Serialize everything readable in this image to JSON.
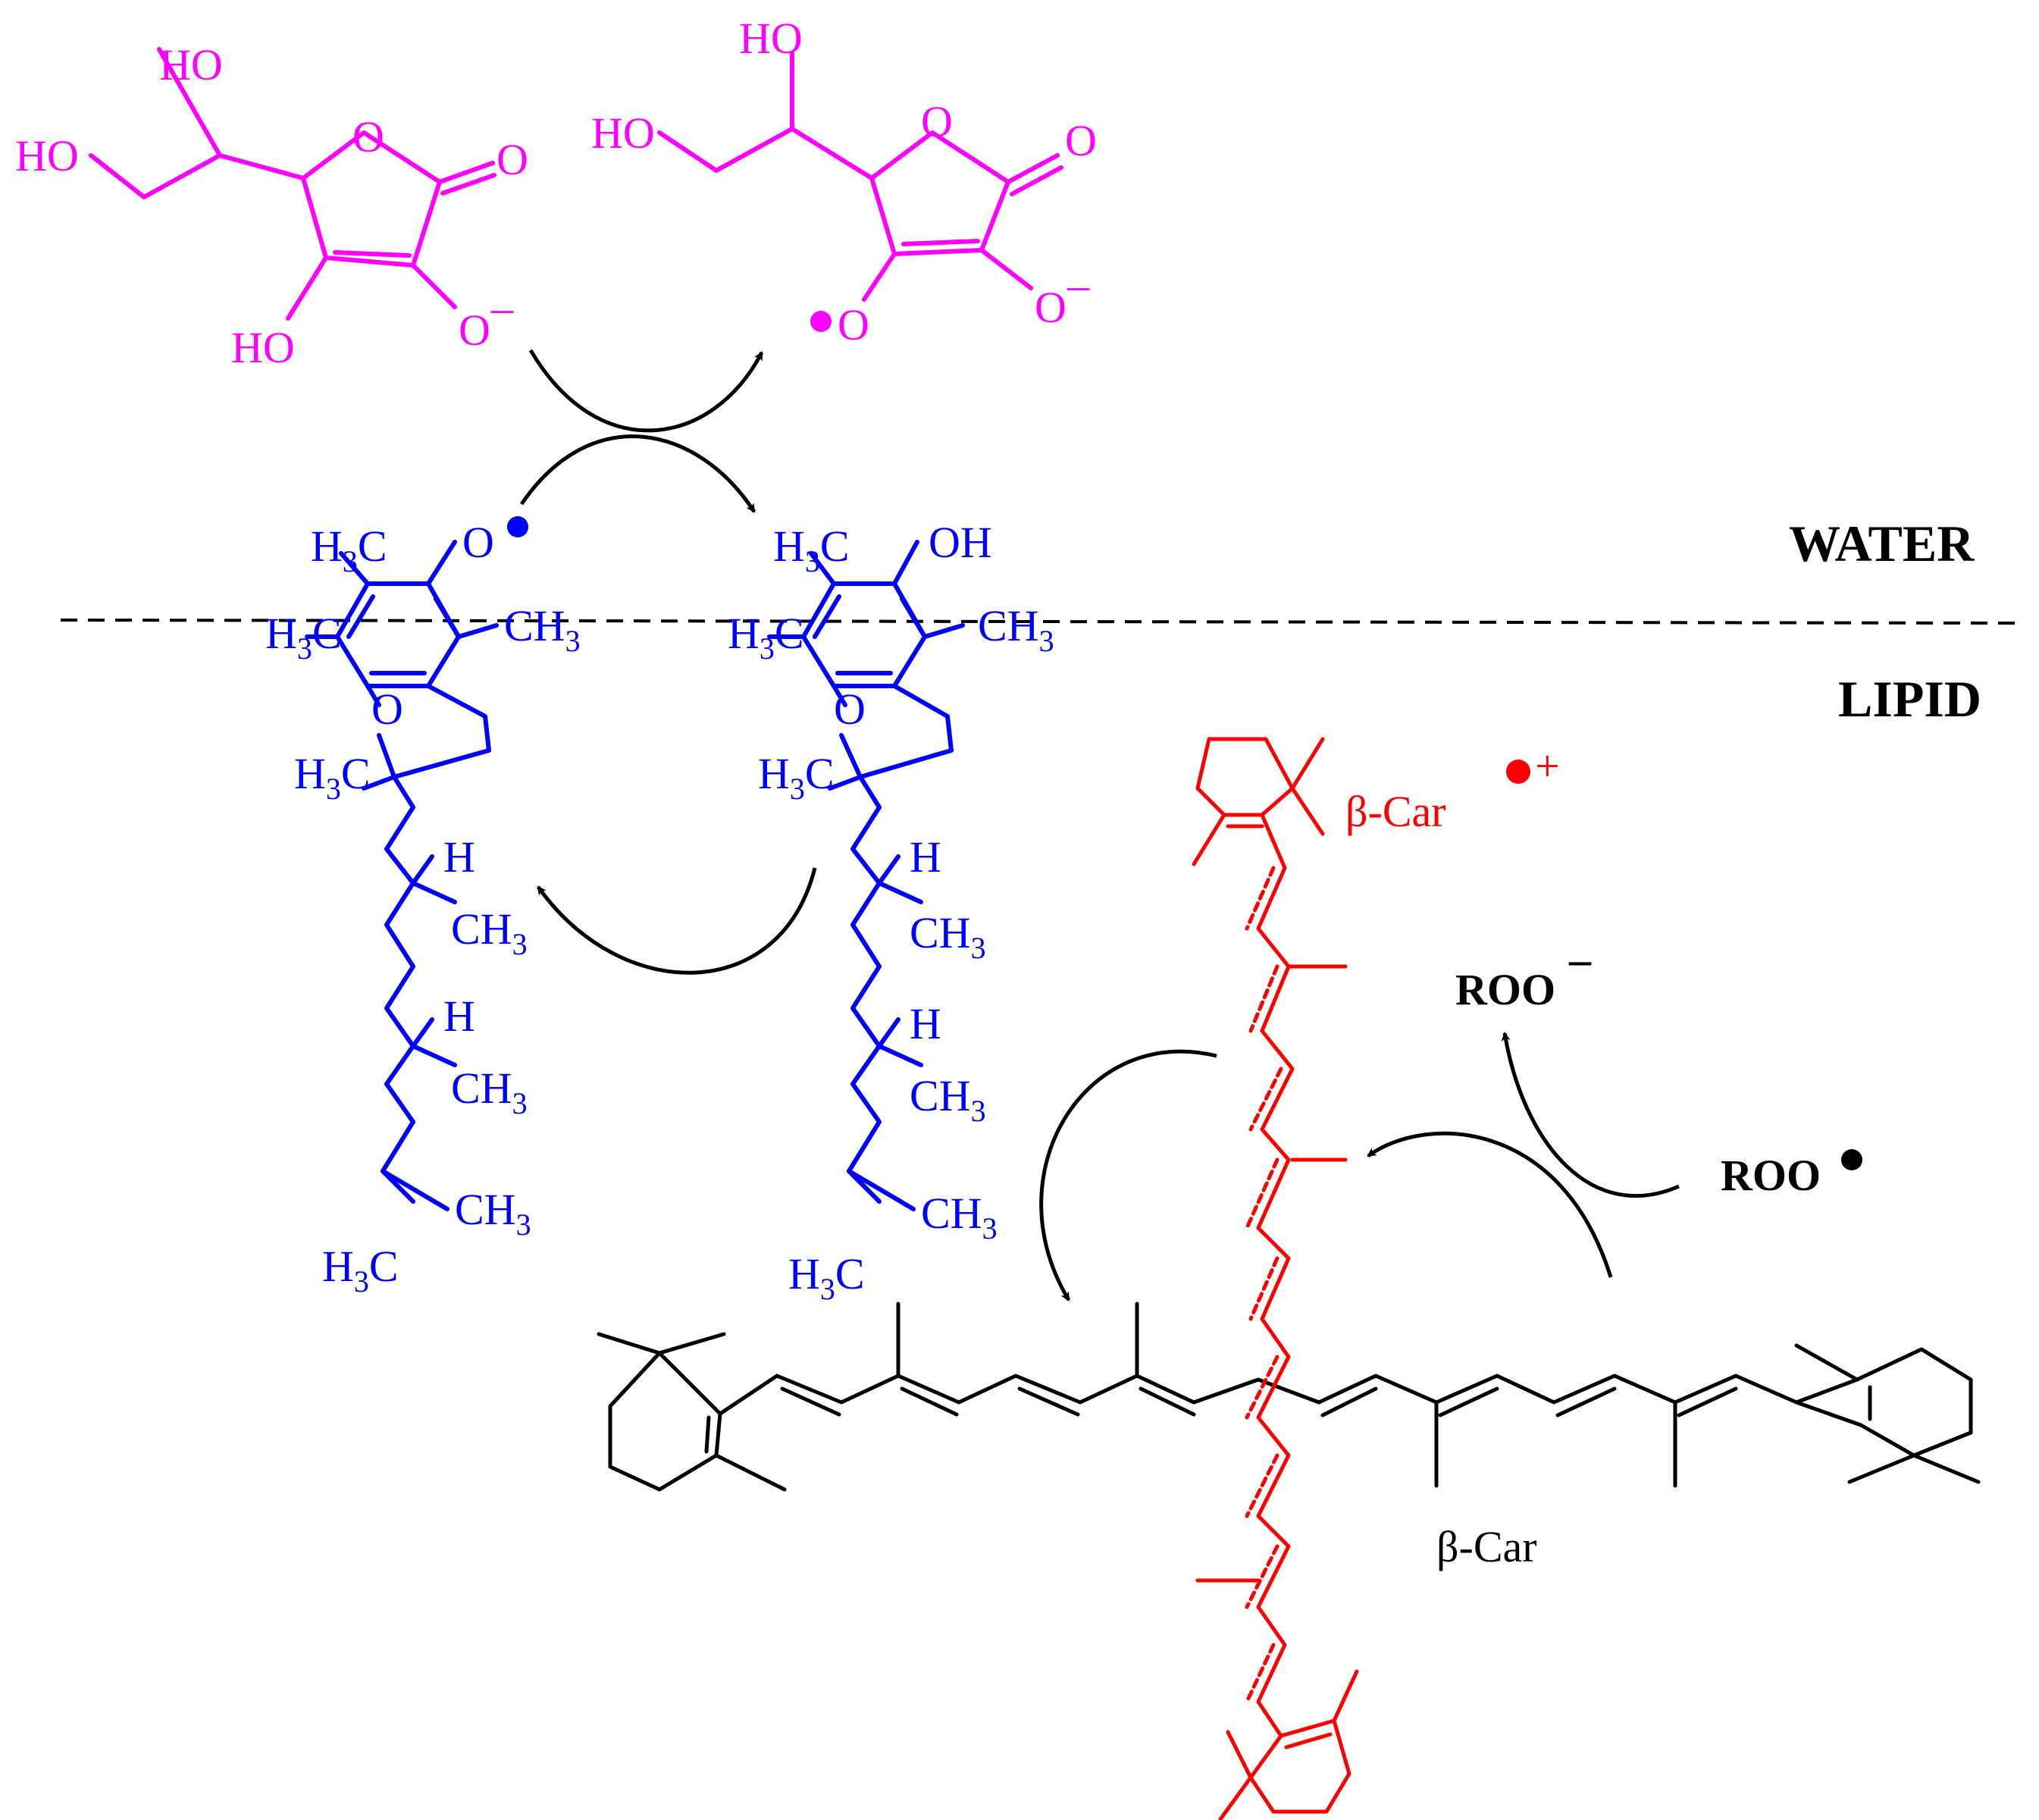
{
  "regions": {
    "water": "WATER",
    "lipid": "LIPID"
  },
  "ascorbate": {
    "ho_top": "HO",
    "ho_left": "HO",
    "o_ring": "O",
    "o_carbonyl": "O",
    "ho_bottom": "HO",
    "o_anion": "O"
  },
  "ascorbyl_radical": {
    "ho_top": "HO",
    "ho_left": "HO",
    "o_ring": "O",
    "o_carbonyl": "O",
    "o_radical": "O",
    "o_anion": "O"
  },
  "tocopheroxyl": {
    "o_radical": "O",
    "o_ring": "O",
    "h1": "H",
    "h2": "H"
  },
  "tocopherol": {
    "oh": "OH",
    "o_ring": "O",
    "h1": "H",
    "h2": "H"
  },
  "carotene_radical": {
    "label": "β-Car",
    "charge": "+"
  },
  "carotene": {
    "label": "β-Car"
  },
  "peroxyl": {
    "anion": "ROO",
    "radical": "ROO"
  },
  "colors": {
    "ascorbate": "#ff00ff",
    "tocopherol": "#0000ff",
    "carotene_radical": "#ff0000",
    "carotene": "#000000"
  }
}
